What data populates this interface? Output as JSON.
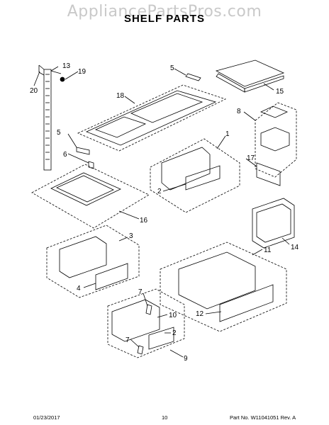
{
  "watermark": "AppliancePartsPros.com",
  "title": "SHELF PARTS",
  "callouts": {
    "c13": "13",
    "c19": "19",
    "c20": "20",
    "c5a": "5",
    "c15": "15",
    "c18": "18",
    "c8": "8",
    "c5b": "5",
    "c1": "1",
    "c6": "6",
    "c17": "17",
    "c2a": "2",
    "c16": "16",
    "c14": "14",
    "c3": "3",
    "c4": "4",
    "c11": "11",
    "c12": "12",
    "c7a": "7",
    "c10": "10",
    "c2b": "2",
    "c7b": "7",
    "c9": "9"
  },
  "footer": {
    "date": "01/23/2017",
    "page": "10",
    "part": "Part No. W11041051  Rev. A"
  }
}
